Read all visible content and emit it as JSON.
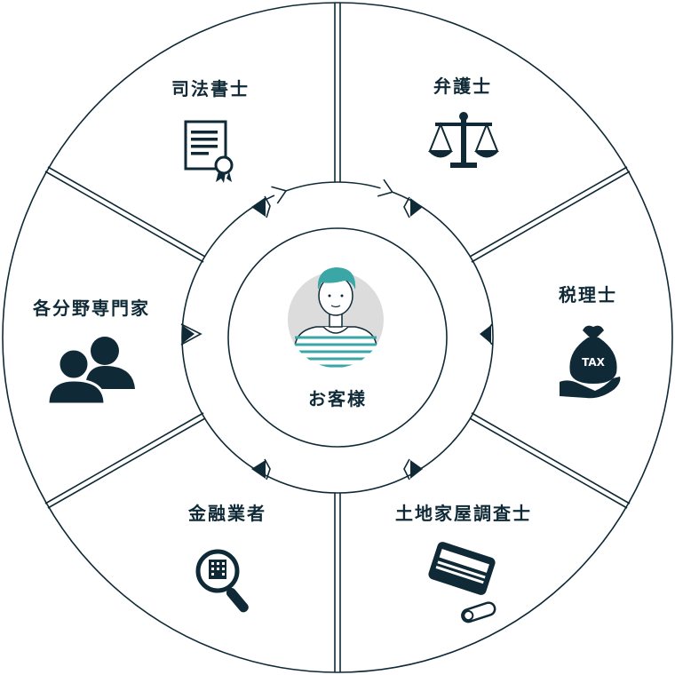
{
  "center": {
    "label": "お客様",
    "icon": "customer-avatar-icon"
  },
  "segments": [
    {
      "label": "司法書士",
      "icon": "certificate-icon"
    },
    {
      "label": "弁護士",
      "icon": "scales-icon"
    },
    {
      "label": "税理士",
      "icon": "tax-money-bag-icon"
    },
    {
      "label": "土地家屋調査士",
      "icon": "measuring-tape-icon"
    },
    {
      "label": "金融業者",
      "icon": "building-search-icon"
    },
    {
      "label": "各分野専門家",
      "icon": "people-group-icon"
    }
  ],
  "colors": {
    "navy": "#0f2a36",
    "teal": "#3aa6a6",
    "avatar_bg": "#dcdcdc",
    "stripe": "#3aa6a6"
  }
}
